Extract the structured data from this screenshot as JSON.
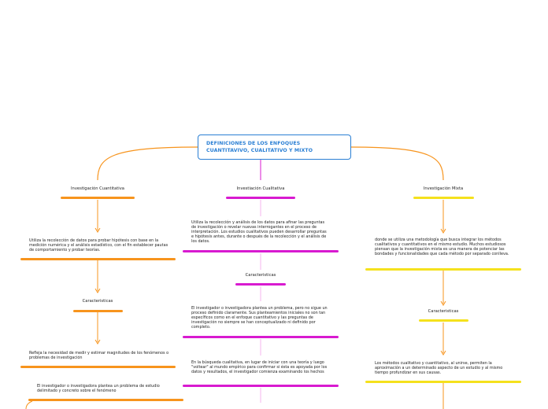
{
  "root": {
    "title": "DEFINICIONES DE LOS ENFOQUES CUANTITAVIVO, CUALITATIVO Y MIXTO"
  },
  "colors": {
    "orange": "#f7941d",
    "magenta": "#d81ad0",
    "yellow": "#f5e11d",
    "root_border": "#2a7fd4"
  },
  "branches": {
    "quant": {
      "label": "Investigación Cuantitativa",
      "definition": "Utiliza la recolección de datos para probar hipótesis con base en la medición numérica y el análisis estadístico, con el fin establecer pautas de comportamiento y probar teorías.",
      "characteristics_label": "Caracteristicas",
      "items": [
        "Refleja la necesidad de medir y estimar magnitudes de los fenómenos o problemas de investigación",
        "El investigador o investigadora plantea un problema de estudio delimitado y concreto sobre el fenómeno"
      ]
    },
    "qual": {
      "label": "Investiación Cualitativa",
      "definition": "Utiliza la recolección y análisis de los datos para afinar las preguntas de investigación o revelar nuevas interrogantes en el proceso de interpretación. Los estudios cualitativos pueden desarrollar preguntas e hipótesis antes, durante o después de la recolección y el análisis de los datos.",
      "characteristics_label": "Caracteristicas",
      "items": [
        "El investigador o investigadora plantea un problema, pero no sigue un proceso definido claramente. Sus planteamientos iniciales no son tan específicos como en el enfoque cuantitativo y las preguntas de investigación no siempre se han conceptualizado ni definido por completo.",
        "En la búsqueda cualitativa, en lugar de iniciar con una teoría y luego \"voltear\" al mundo empírico para confirmar si ésta es apoyada por los datos y resultados, el investigador comienza examinando los hechos"
      ]
    },
    "mixed": {
      "label": "Investigación Mixta",
      "definition_main": "donde se utiliza una metodología que busca integrar los métodos cualitativos y cuantitativos en el mismo estudio. Muchos estudiosos piensan que la investigación mixta es una manera de potenciar las bondades y funcionalidades que cada método por separado conlleva.",
      "characteristics_label": "Caracteristicas",
      "items": [
        "Los métodos cualitativo y cuantitativo, al unirse, permiten la aproximación a un determinado aspecto de un estudio y al mismo tiempo profundizar en sus causas."
      ]
    }
  }
}
